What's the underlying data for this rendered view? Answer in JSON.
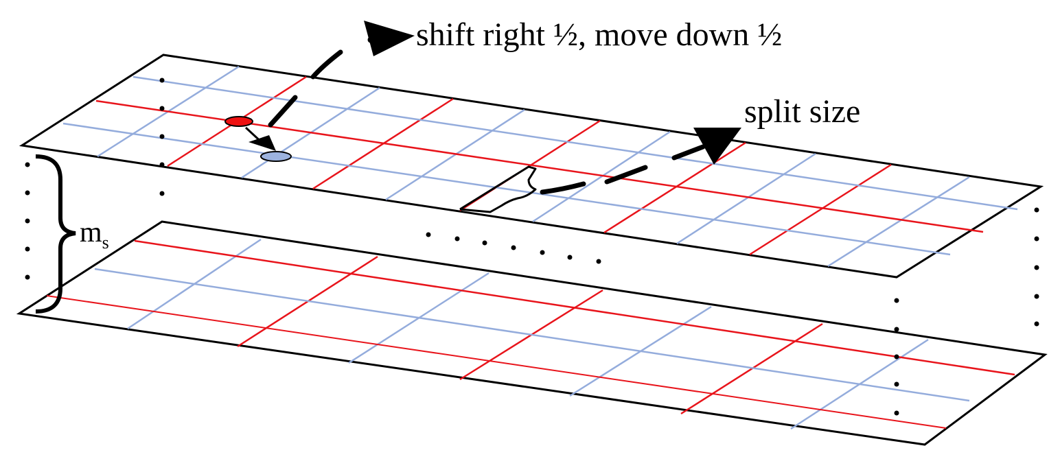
{
  "labels": {
    "shift": "shift right ½, move down ½",
    "split": "split size",
    "ms_main": "m",
    "ms_sub": "s"
  },
  "colors": {
    "outline": "#000000",
    "red_grid": "#e8141b",
    "blue_grid": "#94acdc",
    "red_point": "#ee1111",
    "blue_point": "#9db3df"
  },
  "icons": {
    "shift_arrow": "arrow-icon",
    "split_arrow": "arrow-icon",
    "move_arrow": "arrow-icon",
    "layer_brace": "brace-icon",
    "split_brace": "brace-icon"
  }
}
